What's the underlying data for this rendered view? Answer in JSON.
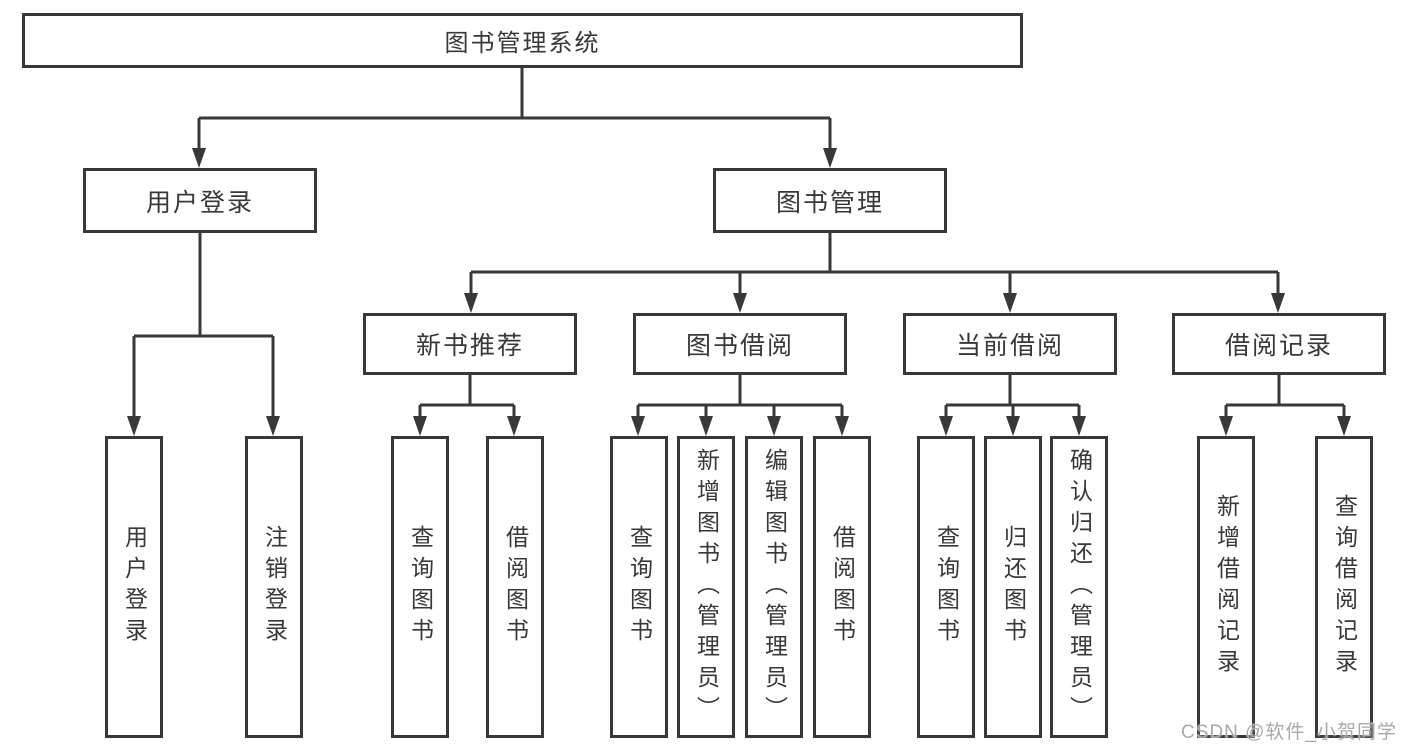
{
  "tree": {
    "root": {
      "label": "图书管理系统",
      "children": [
        {
          "label": "用户登录",
          "children": [
            {
              "label": "用户登录"
            },
            {
              "label": "注销登录"
            }
          ]
        },
        {
          "label": "图书管理",
          "children": [
            {
              "label": "新书推荐",
              "children": [
                {
                  "label": "查询图书"
                },
                {
                  "label": "借阅图书"
                }
              ]
            },
            {
              "label": "图书借阅",
              "children": [
                {
                  "label": "查询图书"
                },
                {
                  "label": "新增图书（管理员）"
                },
                {
                  "label": "编辑图书（管理员）"
                },
                {
                  "label": "借阅图书"
                }
              ]
            },
            {
              "label": "当前借阅",
              "children": [
                {
                  "label": "查询图书"
                },
                {
                  "label": "归还图书"
                },
                {
                  "label": "确认归还（管理员）"
                }
              ]
            },
            {
              "label": "借阅记录",
              "children": [
                {
                  "label": "新增借阅记录"
                },
                {
                  "label": "查询借阅记录"
                }
              ]
            }
          ]
        }
      ]
    }
  },
  "watermark": {
    "text": "CSDN @软件_小贺同学"
  },
  "colors": {
    "line": "#383838",
    "box_border": "#383838",
    "text": "#383838",
    "watermark": "#a9a9a9",
    "background": "#ffffff"
  }
}
